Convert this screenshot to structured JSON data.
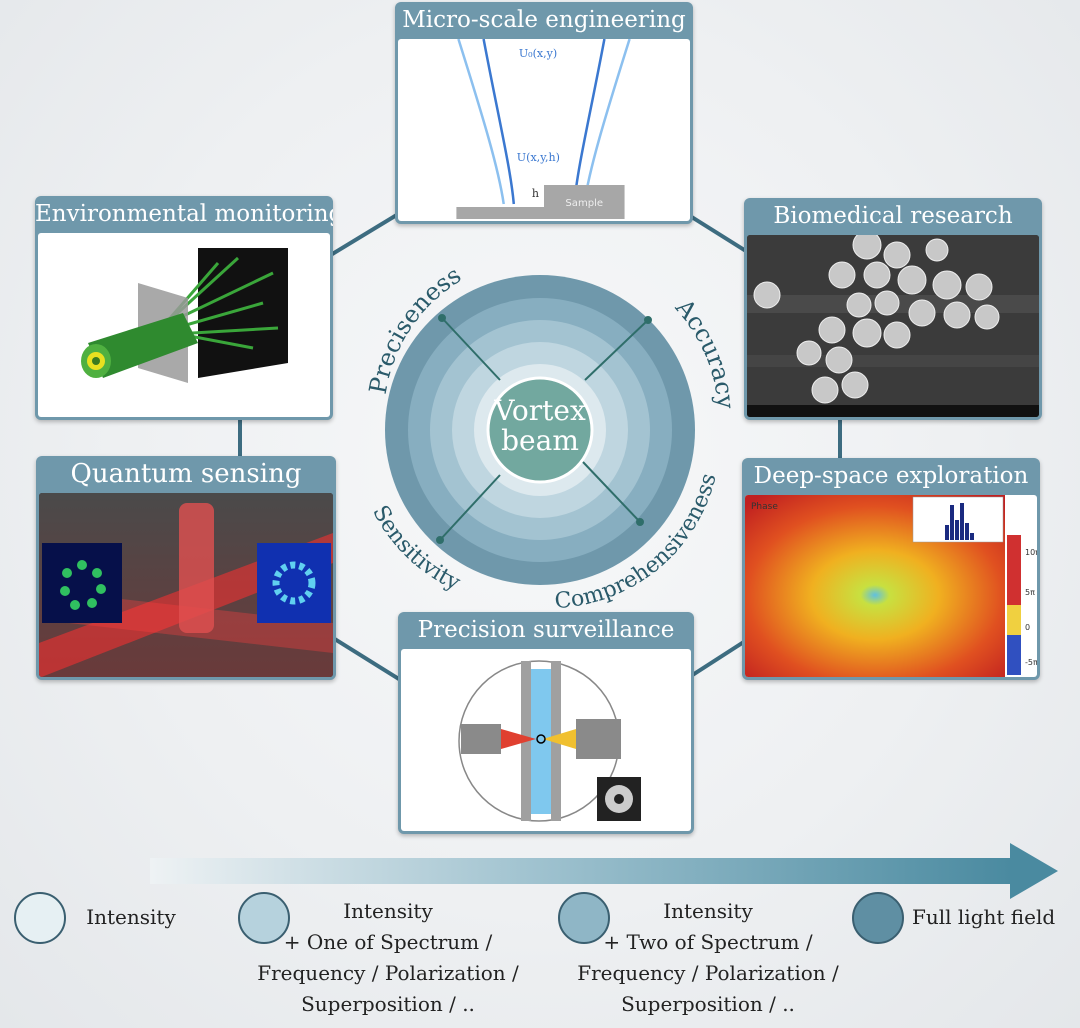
{
  "center": {
    "label_line1": "Vortex",
    "label_line2": "beam",
    "qualities": [
      "Preciseness",
      "Accuracy",
      "Sensitivity",
      "Comprehensiveness"
    ]
  },
  "panels": {
    "micro": {
      "title": "Micro-scale engineering",
      "field1": "U₀(x,y)",
      "field2": "U(x,y,h)",
      "h": "h",
      "sample": "Sample"
    },
    "environmental": {
      "title": "Environmental monitoring"
    },
    "biomedical": {
      "title": "Biomedical research"
    },
    "quantum": {
      "title": "Quantum sensing"
    },
    "deepspace": {
      "title": "Deep-space exploration",
      "phase": "Phase",
      "cbar": [
        "-5π",
        "0",
        "5π",
        "10π"
      ]
    },
    "precision": {
      "title": "Precision surveillance"
    }
  },
  "legend": [
    {
      "text": "Intensity",
      "color": "#e6f0f3"
    },
    {
      "text": "Intensity\n+ One of Spectrum /\nFrequency / Polarization /\nSuperposition / ..",
      "color": "#b6d2dd"
    },
    {
      "text": "Intensity\n+ Two of Spectrum /\nFrequency / Polarization /\nSuperposition / ..",
      "color": "#8fb6c6"
    },
    {
      "text": "Full light field",
      "color": "#5f8fa3"
    }
  ],
  "colors": {
    "panel_frame": "#6f98ab",
    "ring_dark": "#6f98ab",
    "center_fill": "#72a89f",
    "arrow": "#4f8aa0"
  }
}
